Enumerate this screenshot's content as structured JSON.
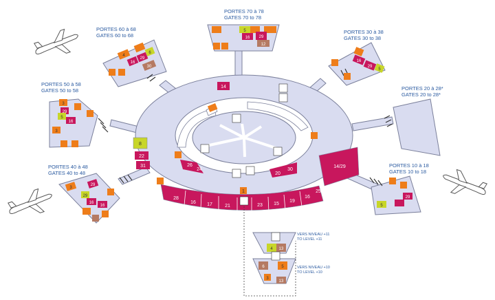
{
  "gate_groups": [
    {
      "id": "g70",
      "fr": "PORTES 70 à 78",
      "en": "GATES 70 to 78"
    },
    {
      "id": "g60",
      "fr": "PORTES 60 à 68",
      "en": "GATES 60 to 68"
    },
    {
      "id": "g30",
      "fr": "PORTES 30 à 38",
      "en": "GATES 30 to 38"
    },
    {
      "id": "g50",
      "fr": "PORTES 50 à 58",
      "en": "GATES 50 to 58"
    },
    {
      "id": "g20",
      "fr": "PORTES 20 à 28*",
      "en": "GATES 20 to 28*"
    },
    {
      "id": "g40",
      "fr": "PORTES 40 à 48",
      "en": "GATES 40 to 48"
    },
    {
      "id": "g10",
      "fr": "PORTES 10 à 18",
      "en": "GATES 10 to 18"
    }
  ],
  "levels": [
    {
      "fr": "VERS NIVEAU +11",
      "en": "TO LEVEL +11"
    },
    {
      "fr": "VERS NIVEAU +10",
      "en": "TO LEVEL +10"
    }
  ],
  "counters": {
    "outer": [
      "28",
      "16",
      "17",
      "21",
      "1",
      "23",
      "15",
      "19",
      "16",
      "25"
    ],
    "inner_left": [
      "26",
      "24"
    ],
    "inner_right": [
      "20",
      "30"
    ],
    "left_upper": [
      "22",
      "31"
    ],
    "big": "14/29",
    "top_badge": "14",
    "left_green": "8"
  },
  "pod_numbers": {
    "g70": [
      "5",
      "16",
      "29",
      "12"
    ],
    "g60": [
      "4",
      "16",
      "29",
      "30",
      "6"
    ],
    "g30": [
      "16",
      "29",
      "5"
    ],
    "g50": [
      "3",
      "29",
      "5",
      "16",
      "3"
    ],
    "g40": [
      "3",
      "29",
      "16",
      "16",
      "29"
    ],
    "g10": [
      "29",
      "5"
    ],
    "lvl11": [
      "4",
      "13"
    ],
    "lvl10": [
      "6",
      "5",
      "3",
      "13"
    ]
  },
  "colors": {
    "floor": "#d9dcf0",
    "outline": "#7a7f9a",
    "counter": "#c8175d",
    "orange": "#ee7d1a",
    "lime": "#c8d629",
    "brown": "#b57a63",
    "label": "#2a5aa0"
  }
}
